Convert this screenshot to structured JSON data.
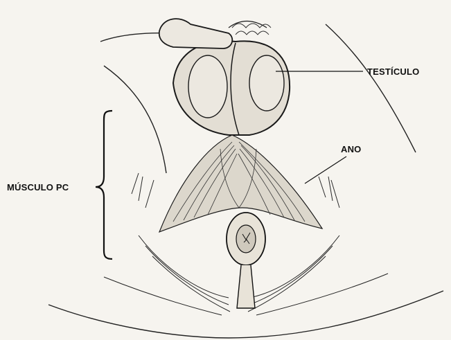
{
  "labels": {
    "testicle": "TESTÍCULO",
    "anus": "ANO",
    "pc_muscle": "MÚSCULO PC"
  },
  "colors": {
    "ink": "#111111",
    "paper": "#f6f4ef",
    "shade": "#d9d5cc"
  }
}
